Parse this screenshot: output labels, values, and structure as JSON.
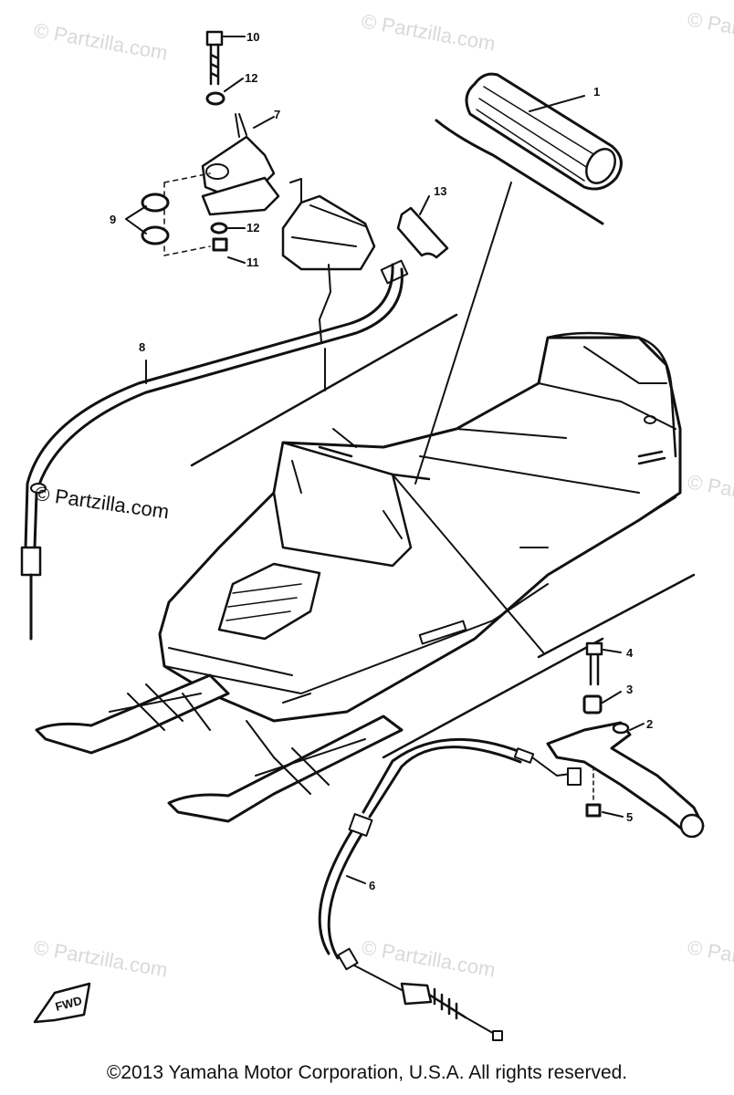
{
  "callouts": [
    "1",
    "2",
    "3",
    "4",
    "5",
    "6",
    "7",
    "8",
    "9",
    "10",
    "11",
    "12",
    "13"
  ],
  "callout_12b": "12",
  "watermark": "© Partzilla.com",
  "watermark_center": "© Partzilla.com",
  "badge_text": "FWD",
  "copyright": "©2013 Yamaha Motor Corporation, U.S.A. All rights reserved."
}
